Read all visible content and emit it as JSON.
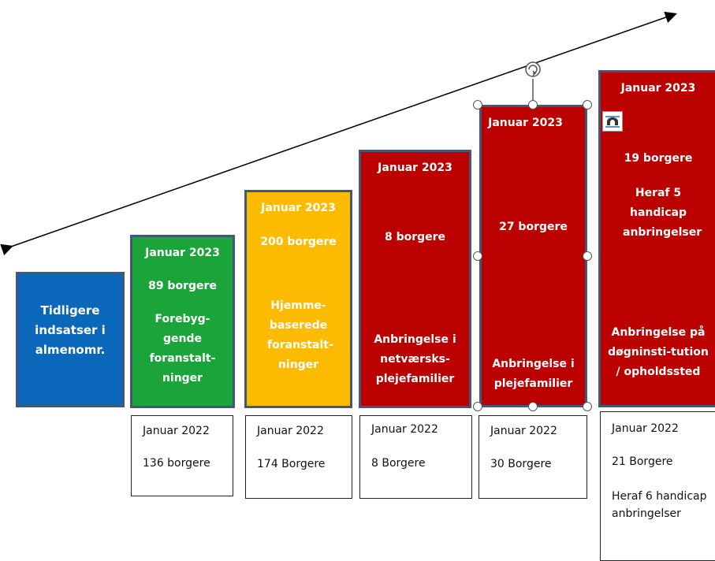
{
  "colors": {
    "blue": "#0b67b9",
    "green": "#1aa439",
    "yellow": "#fdbb00",
    "red": "#bb0000",
    "border": "#41587a"
  },
  "arrow": {
    "direction": "double-headed diagonal arrow"
  },
  "top_boxes": [
    {
      "label": "Tidligere indsatser i almenomr."
    },
    {
      "date": "Januar 2023",
      "count": "89 borgere",
      "desc": "Forebyg-gende foranstalt-ninger"
    },
    {
      "date": "Januar 2023",
      "count": "200 borgere",
      "desc": "Hjemme-baserede foranstalt-ninger"
    },
    {
      "date": "Januar 2023",
      "count": "8 borgere",
      "desc": "Anbringelse i netværsks-plejefamilier"
    },
    {
      "date": "Januar 2023",
      "count": "27 borgere",
      "desc": "Anbringelse i plejefamilier"
    },
    {
      "date": "Januar 2023",
      "count": "19 borgere",
      "extra": "Heraf 5 handicap anbringelser",
      "desc": "Anbringelse på døgninsti-tution / opholdssted"
    }
  ],
  "bottom_boxes": [
    {
      "date": "Januar 2022",
      "count": "136 borgere"
    },
    {
      "date": "Januar 2022",
      "count": "174 Borgere"
    },
    {
      "date": "Januar 2022",
      "count": "8 Borgere"
    },
    {
      "date": "Januar 2022",
      "count": "30 Borgere"
    },
    {
      "date": "Januar 2022",
      "count": "21 Borgere",
      "extra": "Heraf 6 handicap anbringelser"
    }
  ],
  "icons": {
    "rotate": "rotate-handle-icon",
    "layout": "layout-options-icon"
  }
}
